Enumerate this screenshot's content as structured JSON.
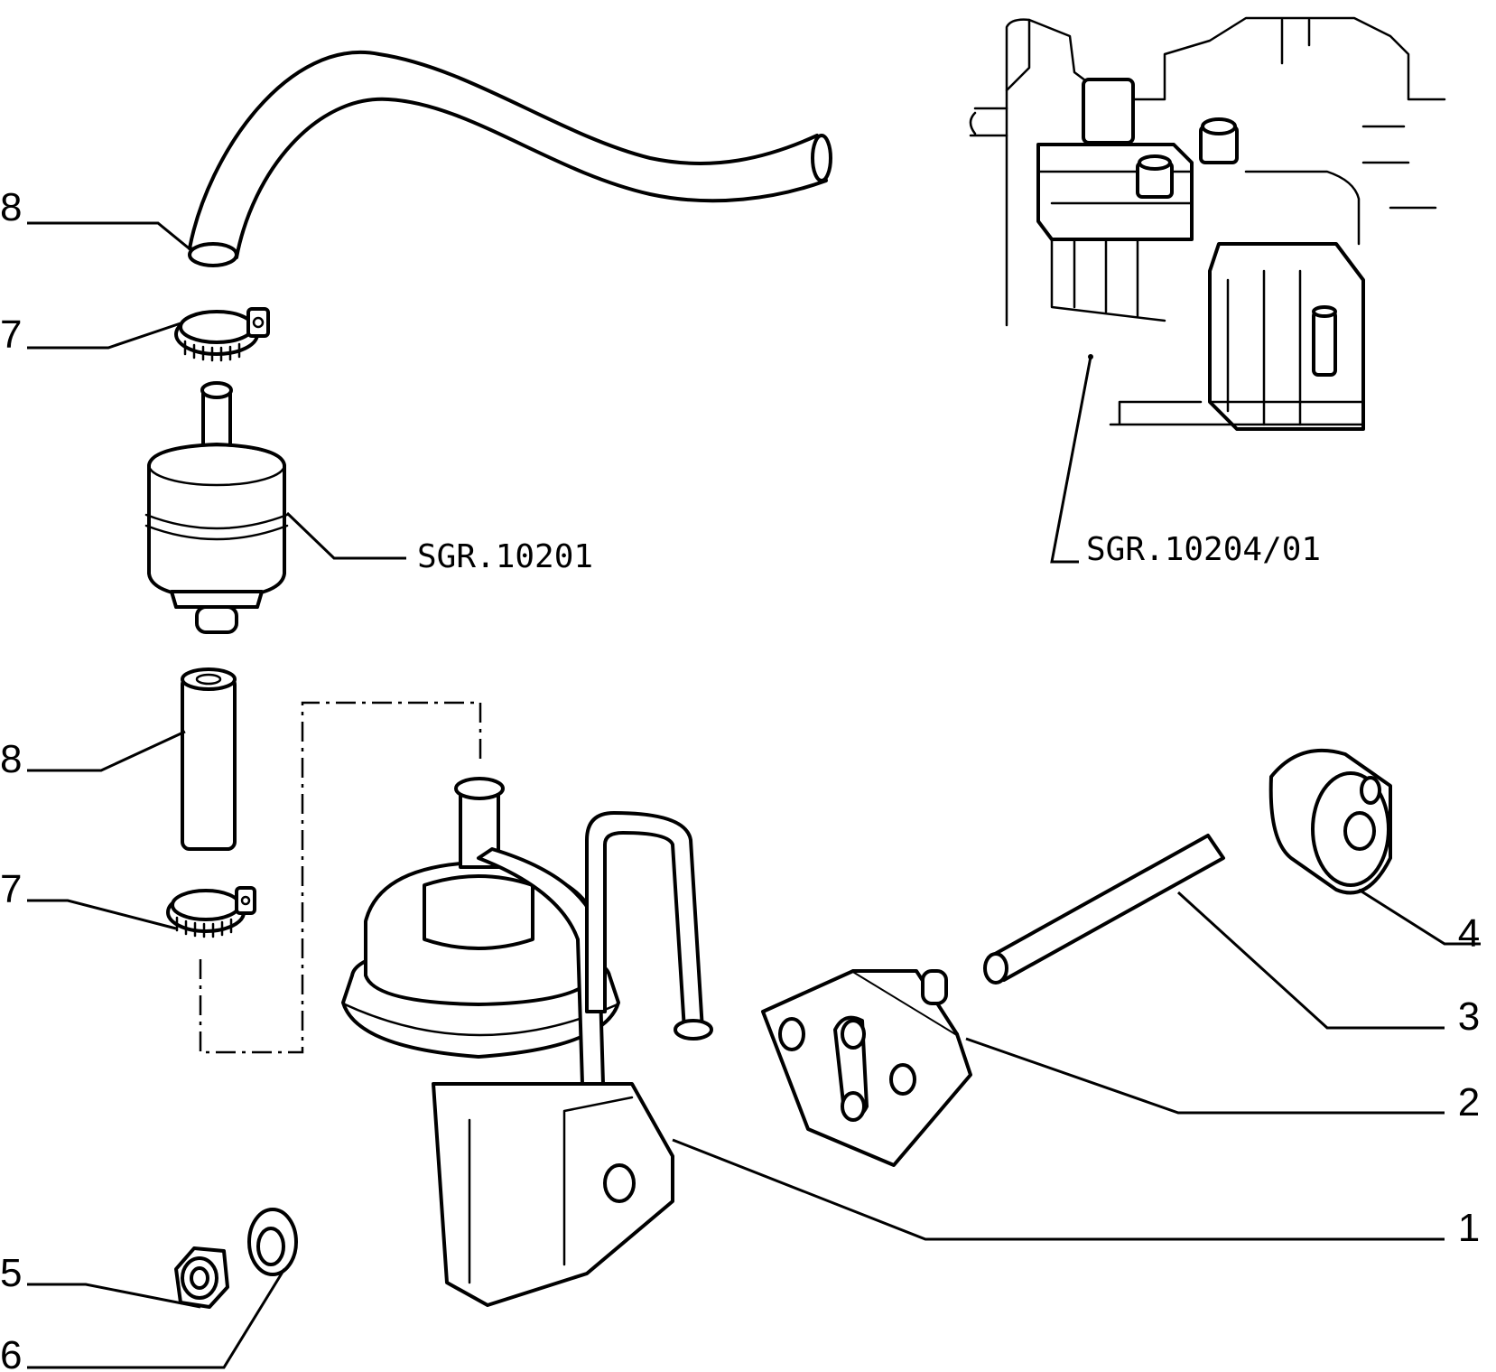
{
  "callouts": {
    "c1": "1",
    "c2": "2",
    "c3": "3",
    "c4": "4",
    "c5": "5",
    "c6": "6",
    "c7_top": "7",
    "c7_bottom": "7",
    "c8_top": "8",
    "c8_bottom": "8"
  },
  "references": {
    "filter_ref": "SGR.10201",
    "carburettor_ref": "SGR.10204/01"
  },
  "colors": {
    "line": "#000000",
    "background": "#ffffff"
  }
}
